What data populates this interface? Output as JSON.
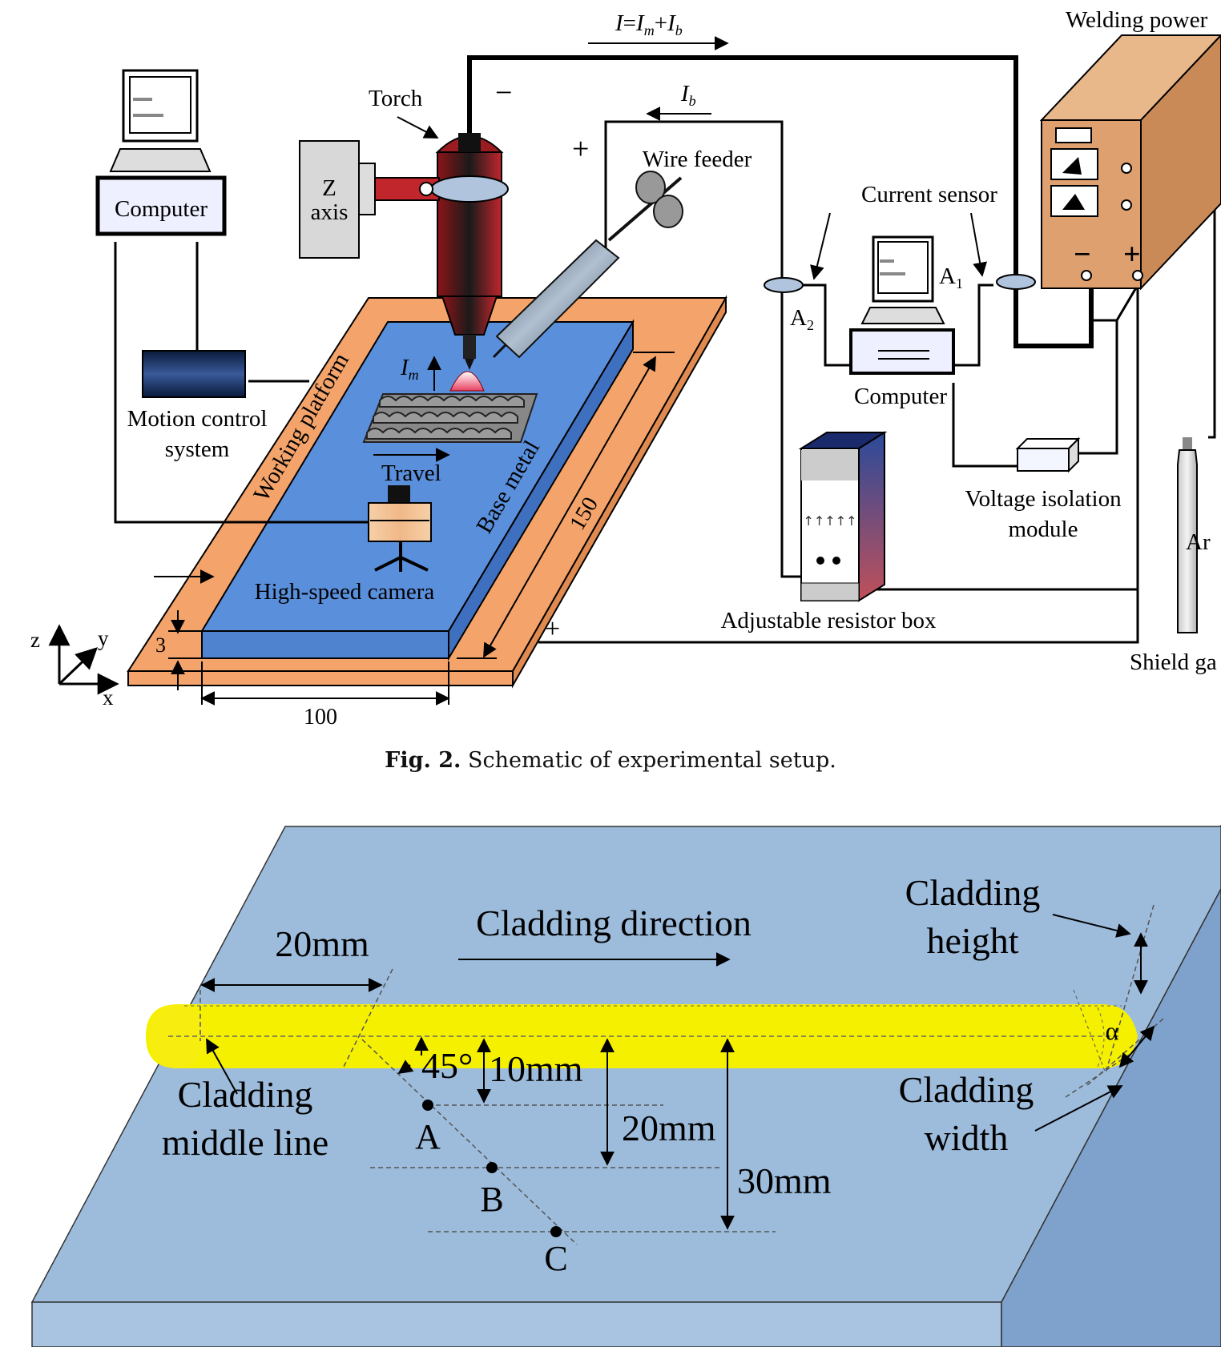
{
  "figure2": {
    "labels": {
      "torch": "Torch",
      "z_axis_1": "Z",
      "z_axis_2": "axis",
      "computer_left": "Computer",
      "motion_1": "Motion control",
      "motion_2": "system",
      "working_platform": "Working platform",
      "base_metal": "Base metal",
      "travel": "Travel",
      "high_speed_camera": "High-speed camera",
      "wire_feeder": "Wire feeder",
      "current_sensor": "Current sensor",
      "computer_right": "Computer",
      "a1": "A",
      "a1_sub": "1",
      "a2": "A",
      "a2_sub": "2",
      "voltage_1": "Voltage isolation",
      "voltage_2": "module",
      "resistor_box": "Adjustable resistor box",
      "welding_power": "Welding power",
      "shield_gas": "Shield ga",
      "ar": "Ar",
      "current_total_i": "I",
      "current_total_eq": "=",
      "current_total_im": "I",
      "current_total_im_sub": "m",
      "current_total_plus": "+",
      "current_total_ib": "I",
      "current_total_ib_sub": "b",
      "ib": "I",
      "ib_sub": "b",
      "im": "I",
      "im_sub": "m",
      "minus": "−",
      "plus": "+",
      "power_minus": "−",
      "power_plus": "+",
      "plus_bottom": "+",
      "dim_3": "3",
      "dim_100": "100",
      "dim_150": "150",
      "axis_x": "x",
      "axis_y": "y",
      "axis_z": "z"
    },
    "caption_prefix": "Fig. 2.",
    "caption_text": " Schematic of experimental setup."
  },
  "figure3": {
    "labels": {
      "dim_20mm_top": "20mm",
      "cladding_direction": "Cladding direction",
      "cladding_height_1": "Cladding",
      "cladding_height_2": "height",
      "cladding_middle_1": "Cladding",
      "cladding_middle_2": "middle line",
      "angle_45": "45°",
      "dim_10mm": "10mm",
      "dim_20mm": "20mm",
      "dim_30mm": "30mm",
      "point_a": "A",
      "point_b": "B",
      "point_c": "C",
      "alpha": "α",
      "cladding_width_1": "Cladding",
      "cladding_width_2": "width"
    }
  },
  "colors": {
    "platform": "#f4a46a",
    "base_metal": "#5a8fdc",
    "torch_red": "#c0262c",
    "power_box": "#dfa070",
    "plate_top": "#9dbcdc",
    "plate_side": "#a8c4e0",
    "cladding_yellow": "#f5f000"
  }
}
